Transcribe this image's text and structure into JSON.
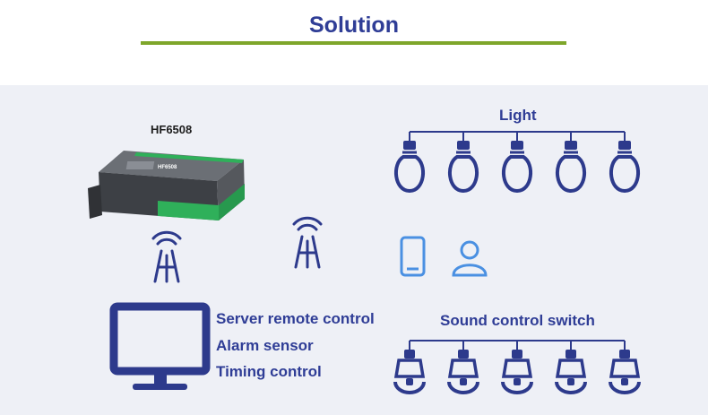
{
  "header": {
    "title": "Solution"
  },
  "device": {
    "model": "HF6508",
    "label_on_device": "HF6508"
  },
  "lights": {
    "title": "Light",
    "count": 5
  },
  "sound_switches": {
    "title": "Sound control switch",
    "count": 5
  },
  "computer": {
    "features": [
      "Server remote control",
      "Alarm sensor",
      "Timing control"
    ]
  },
  "colors": {
    "title": "#2f3d96",
    "accent_line": "#7ea62a",
    "panel_bg": "#eef0f6",
    "icon_blue": "#2d3a8c",
    "mobile_blue": "#4a90e2",
    "device_body": "#4a4d52",
    "terminal_green": "#2fb05a"
  },
  "icons": [
    "tower-icon",
    "tower-icon",
    "smartphone-icon",
    "user-icon",
    "monitor-icon",
    "light-bulb-icon",
    "sound-switch-icon"
  ]
}
